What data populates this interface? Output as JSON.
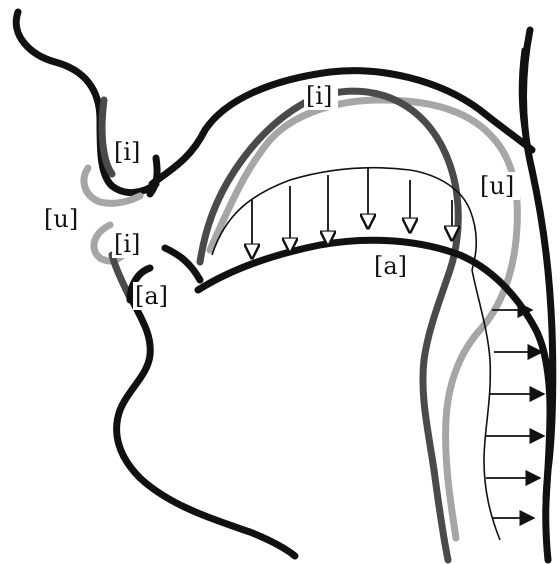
{
  "diagram": {
    "labels": {
      "i_lips_upper": "[i]",
      "u_lips": "[u]",
      "i_lips_lower": "[i]",
      "a_lips": "[a]",
      "i_tongue": "[i]",
      "u_tongue": "[u]",
      "a_tongue": "[a]"
    },
    "colors": {
      "vowel_a": "#111111",
      "vowel_i": "#4a4a4a",
      "vowel_u": "#a6a6a6",
      "outline": "#111111",
      "arrows": "#111111"
    }
  }
}
